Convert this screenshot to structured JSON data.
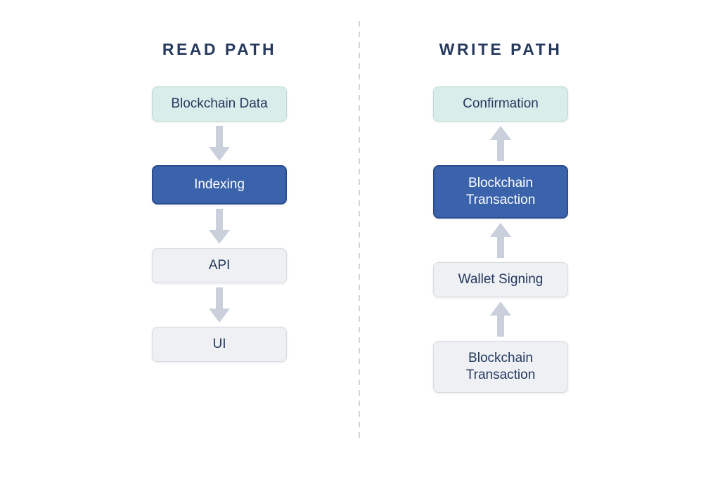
{
  "diagram": {
    "columns": [
      {
        "title": "READ PATH",
        "arrow_direction": "down",
        "nodes": [
          {
            "label": "Blockchain Data",
            "style": "mint"
          },
          {
            "label": "Indexing",
            "style": "blue"
          },
          {
            "label": "API",
            "style": "gray"
          },
          {
            "label": "UI",
            "style": "gray"
          }
        ]
      },
      {
        "title": "WRITE PATH",
        "arrow_direction": "up",
        "nodes": [
          {
            "label": "Confirmation",
            "style": "mint"
          },
          {
            "label": "Blockchain Transaction",
            "style": "blue"
          },
          {
            "label": "Wallet Signing",
            "style": "gray"
          },
          {
            "label": "Blockchain Transaction",
            "style": "gray"
          }
        ]
      }
    ],
    "colors": {
      "background": "#ffffff",
      "node_mint_bg": "#d9eeea",
      "node_mint_border": "#badbd5",
      "node_blue_bg": "#3b63ac",
      "node_blue_border": "#2b4c8f",
      "node_gray_bg": "#eef0f3",
      "node_gray_border": "#d8dbe0",
      "text_navy": "#24395e",
      "heading_navy": "#263a5e",
      "text_white": "#ffffff",
      "arrow": "#c9d0db",
      "divider": "#d2d5db"
    }
  }
}
